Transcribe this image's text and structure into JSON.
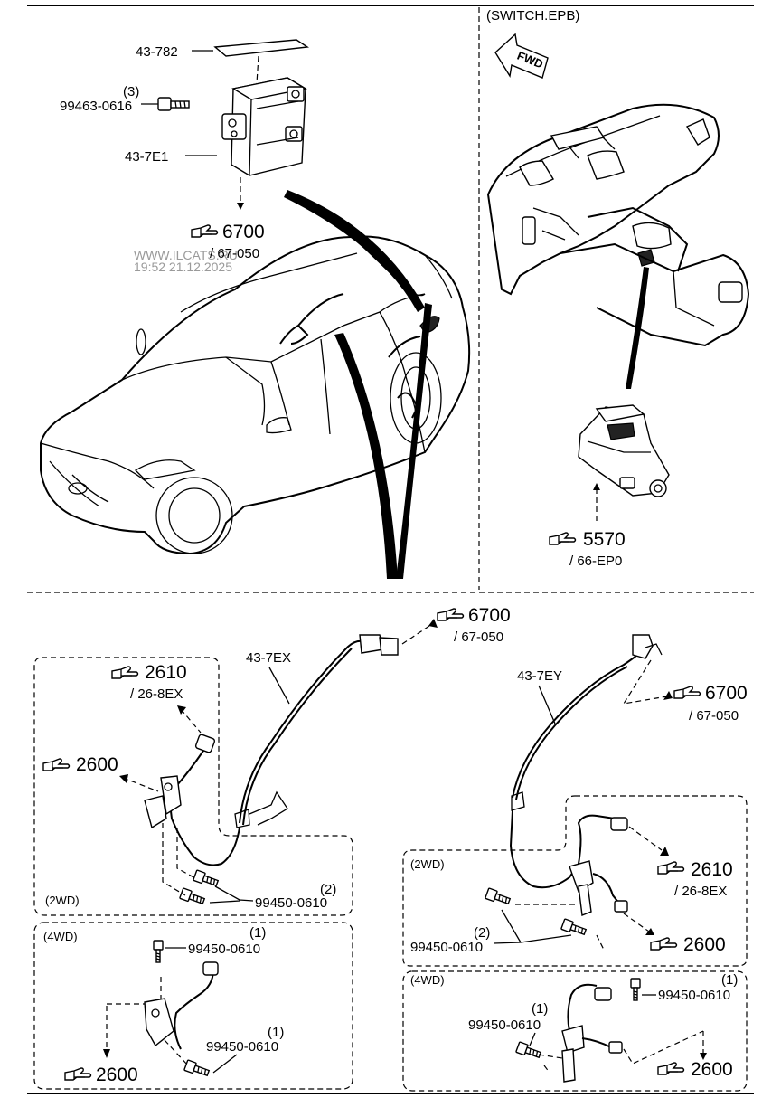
{
  "header": {
    "switch_label": "(SWITCH.EPB)",
    "fwd_label": "FWD"
  },
  "watermark": {
    "line1": "WWW.ILCATS.RU",
    "line2": "19:52 21.12.2025"
  },
  "top_left": {
    "label_43_782": "43-782",
    "bolt_qty": "(3)",
    "bolt_part": "99463-0616",
    "label_43_7E1": "43-7E1",
    "ref_num": "6700",
    "ref_sub": "/ 67-050"
  },
  "top_right": {
    "ref_num": "5570",
    "ref_sub": "/ 66-EP0"
  },
  "bottom_left": {
    "label_43_7EX": "43-7EX",
    "ref_top_num": "6700",
    "ref_top_sub": "/ 67-050",
    "ref_2610_num": "2610",
    "ref_2610_sub": "/ 26-8EX",
    "ref_2600_num": "2600",
    "box_2wd": "(2WD)",
    "bolt_2wd_qty": "(2)",
    "bolt_2wd_part": "99450-0610",
    "box_4wd": "(4WD)",
    "bolt_4wd_a_qty": "(1)",
    "bolt_4wd_a_part": "99450-0610",
    "bolt_4wd_b_qty": "(1)",
    "bolt_4wd_b_part": "99450-0610",
    "ref_4wd_num": "2600"
  },
  "bottom_right": {
    "label_43_7EY": "43-7EY",
    "ref_top_num": "6700",
    "ref_top_sub": "/ 67-050",
    "box_2wd": "(2WD)",
    "ref_2610_num": "2610",
    "ref_2610_sub": "/ 26-8EX",
    "bolt_2wd_qty": "(2)",
    "bolt_2wd_part": "99450-0610",
    "ref_2600_num": "2600",
    "box_4wd": "(4WD)",
    "bolt_4wd_a_qty": "(1)",
    "bolt_4wd_a_part": "99450-0610",
    "bolt_4wd_b_qty": "(1)",
    "bolt_4wd_b_part": "99450-0610",
    "ref_4wd_num": "2600"
  }
}
